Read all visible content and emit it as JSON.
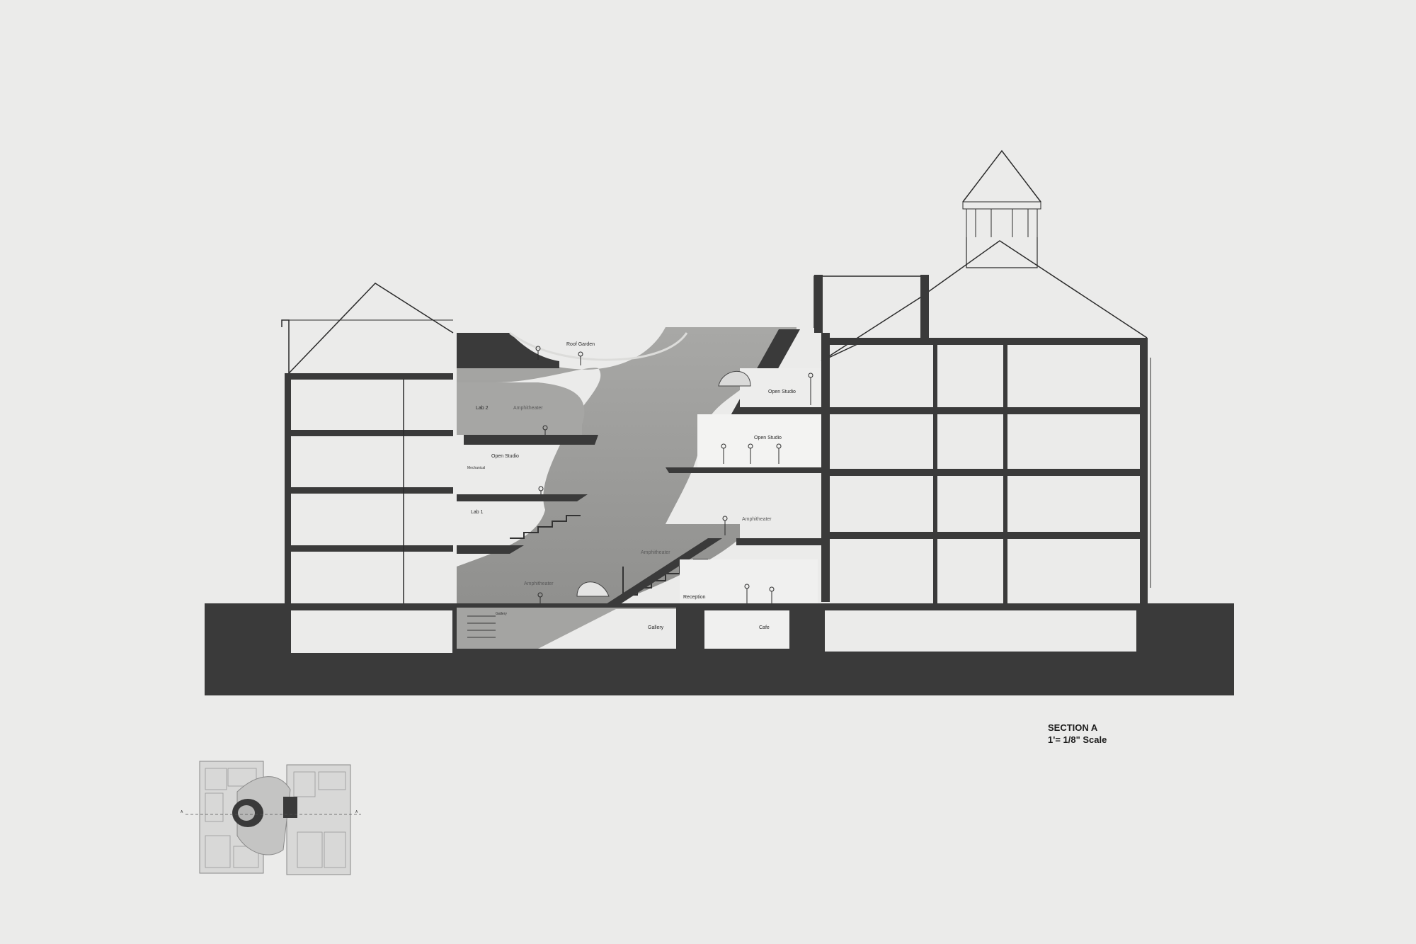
{
  "sheet": {
    "title": "SECTION A",
    "scale": "1'= 1/8\" Scale"
  },
  "section_labels": {
    "roof_garden": "Roof Garden",
    "lab2": "Lab 2",
    "amphitheater_top": "Amphitheater",
    "open_studio_upper_right": "Open Studio",
    "open_studio_right": "Open Studio",
    "open_studio_left": "Open Studio",
    "mechanical": "Mechanical",
    "lab1": "Lab 1",
    "amphitheater_mid": "Amphitheater",
    "amphitheater_right": "Amphitheater",
    "amphitheater_low": "Amphitheater",
    "reception": "Reception",
    "gallery": "Gallery",
    "cafe": "Cafe",
    "gallery_low": "Gallery"
  },
  "key_plan": {
    "cut_marker_left": "A",
    "cut_marker_right": "A"
  },
  "colors": {
    "paper": "#ebebea",
    "poche": "#3a3a3a",
    "concrete": "#9a9a98",
    "line": "#2b2b2b"
  }
}
